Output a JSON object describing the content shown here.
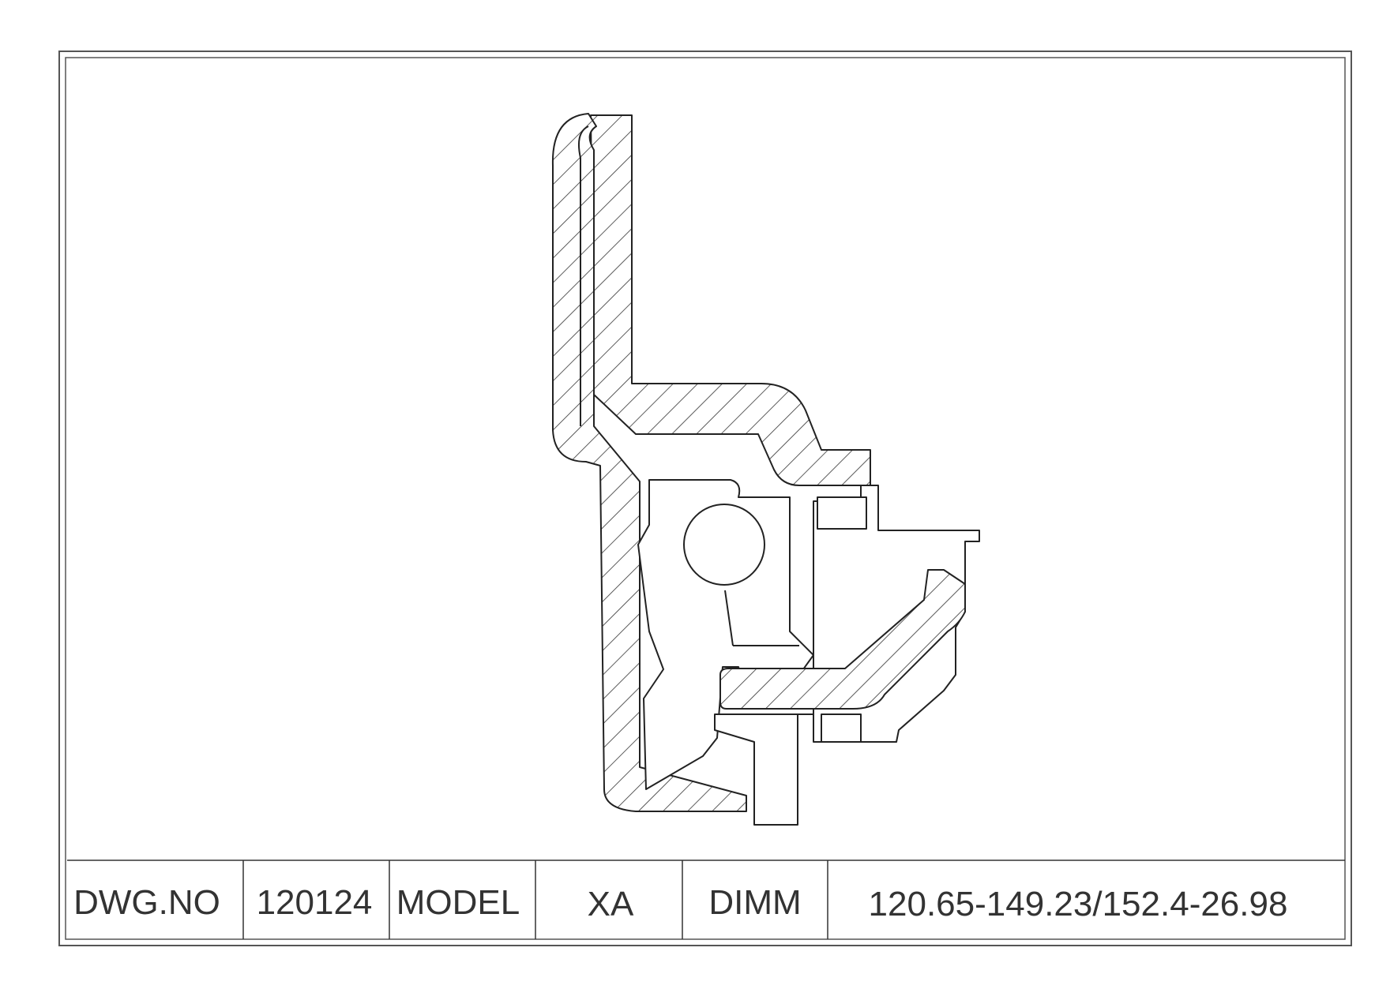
{
  "title_block": {
    "dwg_no_label": "DWG.NO",
    "dwg_no_value": "120124",
    "model_label": "MODEL",
    "model_value": "XA",
    "dimm_label": "DIMM",
    "dimm_value": "120.65-149.23/152.4-26.98"
  }
}
